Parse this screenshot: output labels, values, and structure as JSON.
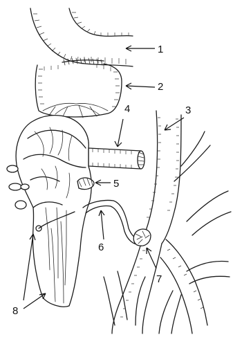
{
  "labels": {
    "l1": "1",
    "l2": "2",
    "l3": "3",
    "l4": "4",
    "l5": "5",
    "l6": "6",
    "l7": "7",
    "l8": "8"
  }
}
